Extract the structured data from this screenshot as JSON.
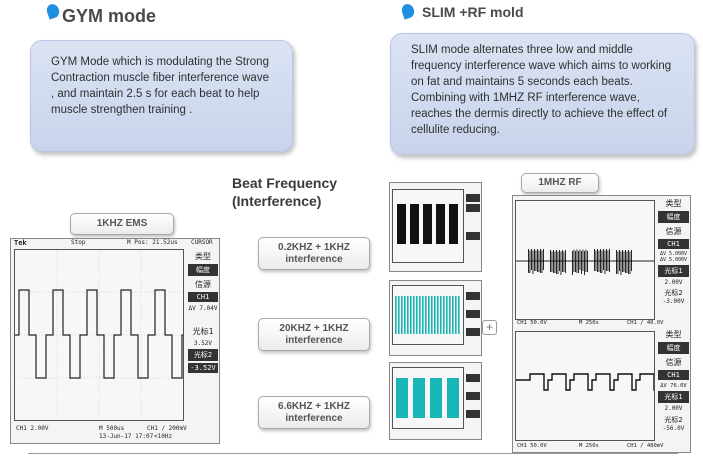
{
  "gym": {
    "heading": "GYM mode",
    "description": "GYM Mode which is modulating the Strong Contraction muscle fiber interference wave , and maintain 2.5 s for each beat to help muscle strengthen training ."
  },
  "slim": {
    "heading": "SLIM +RF mold",
    "description": "SLIM mode alternates three low and middle frequency interference wave which aims to working on fat and maintains 5 seconds each beats. Combining with 1MHZ RF interference wave, reaches the dermis directly to achieve the effect of cellulite reducing."
  },
  "beat_frequency": {
    "line1": "Beat Frequency",
    "line2": "(Interference)"
  },
  "labels": {
    "ems": "1KHZ EMS",
    "rf": "1MHZ RF",
    "beat1a": "0.2KHZ + 1KHZ",
    "beat1b": "interference",
    "beat2a": "20KHZ + 1KHZ",
    "beat2b": "interference",
    "beat3a": "6.6KHZ + 1KHZ",
    "beat3b": "interference",
    "plus": "+"
  },
  "scope_ems": {
    "brand": "Tek",
    "state": "Stop",
    "mpos": "M Pos: 21.52us",
    "cursor": "CURSOR",
    "side": {
      "type": "类型",
      "type_val": "幅度",
      "src": "信源",
      "src_val": "CH1",
      "dv": "ΔV 7.04V",
      "c1": "光标1",
      "c1v": "3.52V",
      "c2": "光标2",
      "c2v": "-3.52V"
    },
    "ch1": "CH1  2.00V",
    "m": "M 500us",
    "ch1b": "CH1 ∕ 200mV",
    "date": "13-Jun-17 17:07",
    "freq": "<10Hz"
  },
  "scope_rf": {
    "side": {
      "type": "类型",
      "type_val": "幅度",
      "src": "信源",
      "src_val": "CH1",
      "dv1": "ΔV 5.000V",
      "dv2": "ΔV 5.000V",
      "c1": "光标1",
      "c1v": "2.00V",
      "c2": "光标2",
      "c2v": "-3.00V",
      "dv3": "ΔV 76.0V",
      "c1b": "光标1",
      "c1bv": "2.00V",
      "c2b": "光标2",
      "c2bv": "-56.0V"
    },
    "top_ch1": "CH1  50.0V",
    "top_m": "M 250s",
    "top_ch2": "CH1 ∕ 40.0V",
    "bot_ch1": "CH1  50.0V",
    "bot_m": "M 250s",
    "bot_ch2": "CH1 ∕ 480mV"
  },
  "colors": {
    "teal": "#19b6b6",
    "blue_dot": "#1f8fe0",
    "box_bg": "#d2dcf0"
  }
}
